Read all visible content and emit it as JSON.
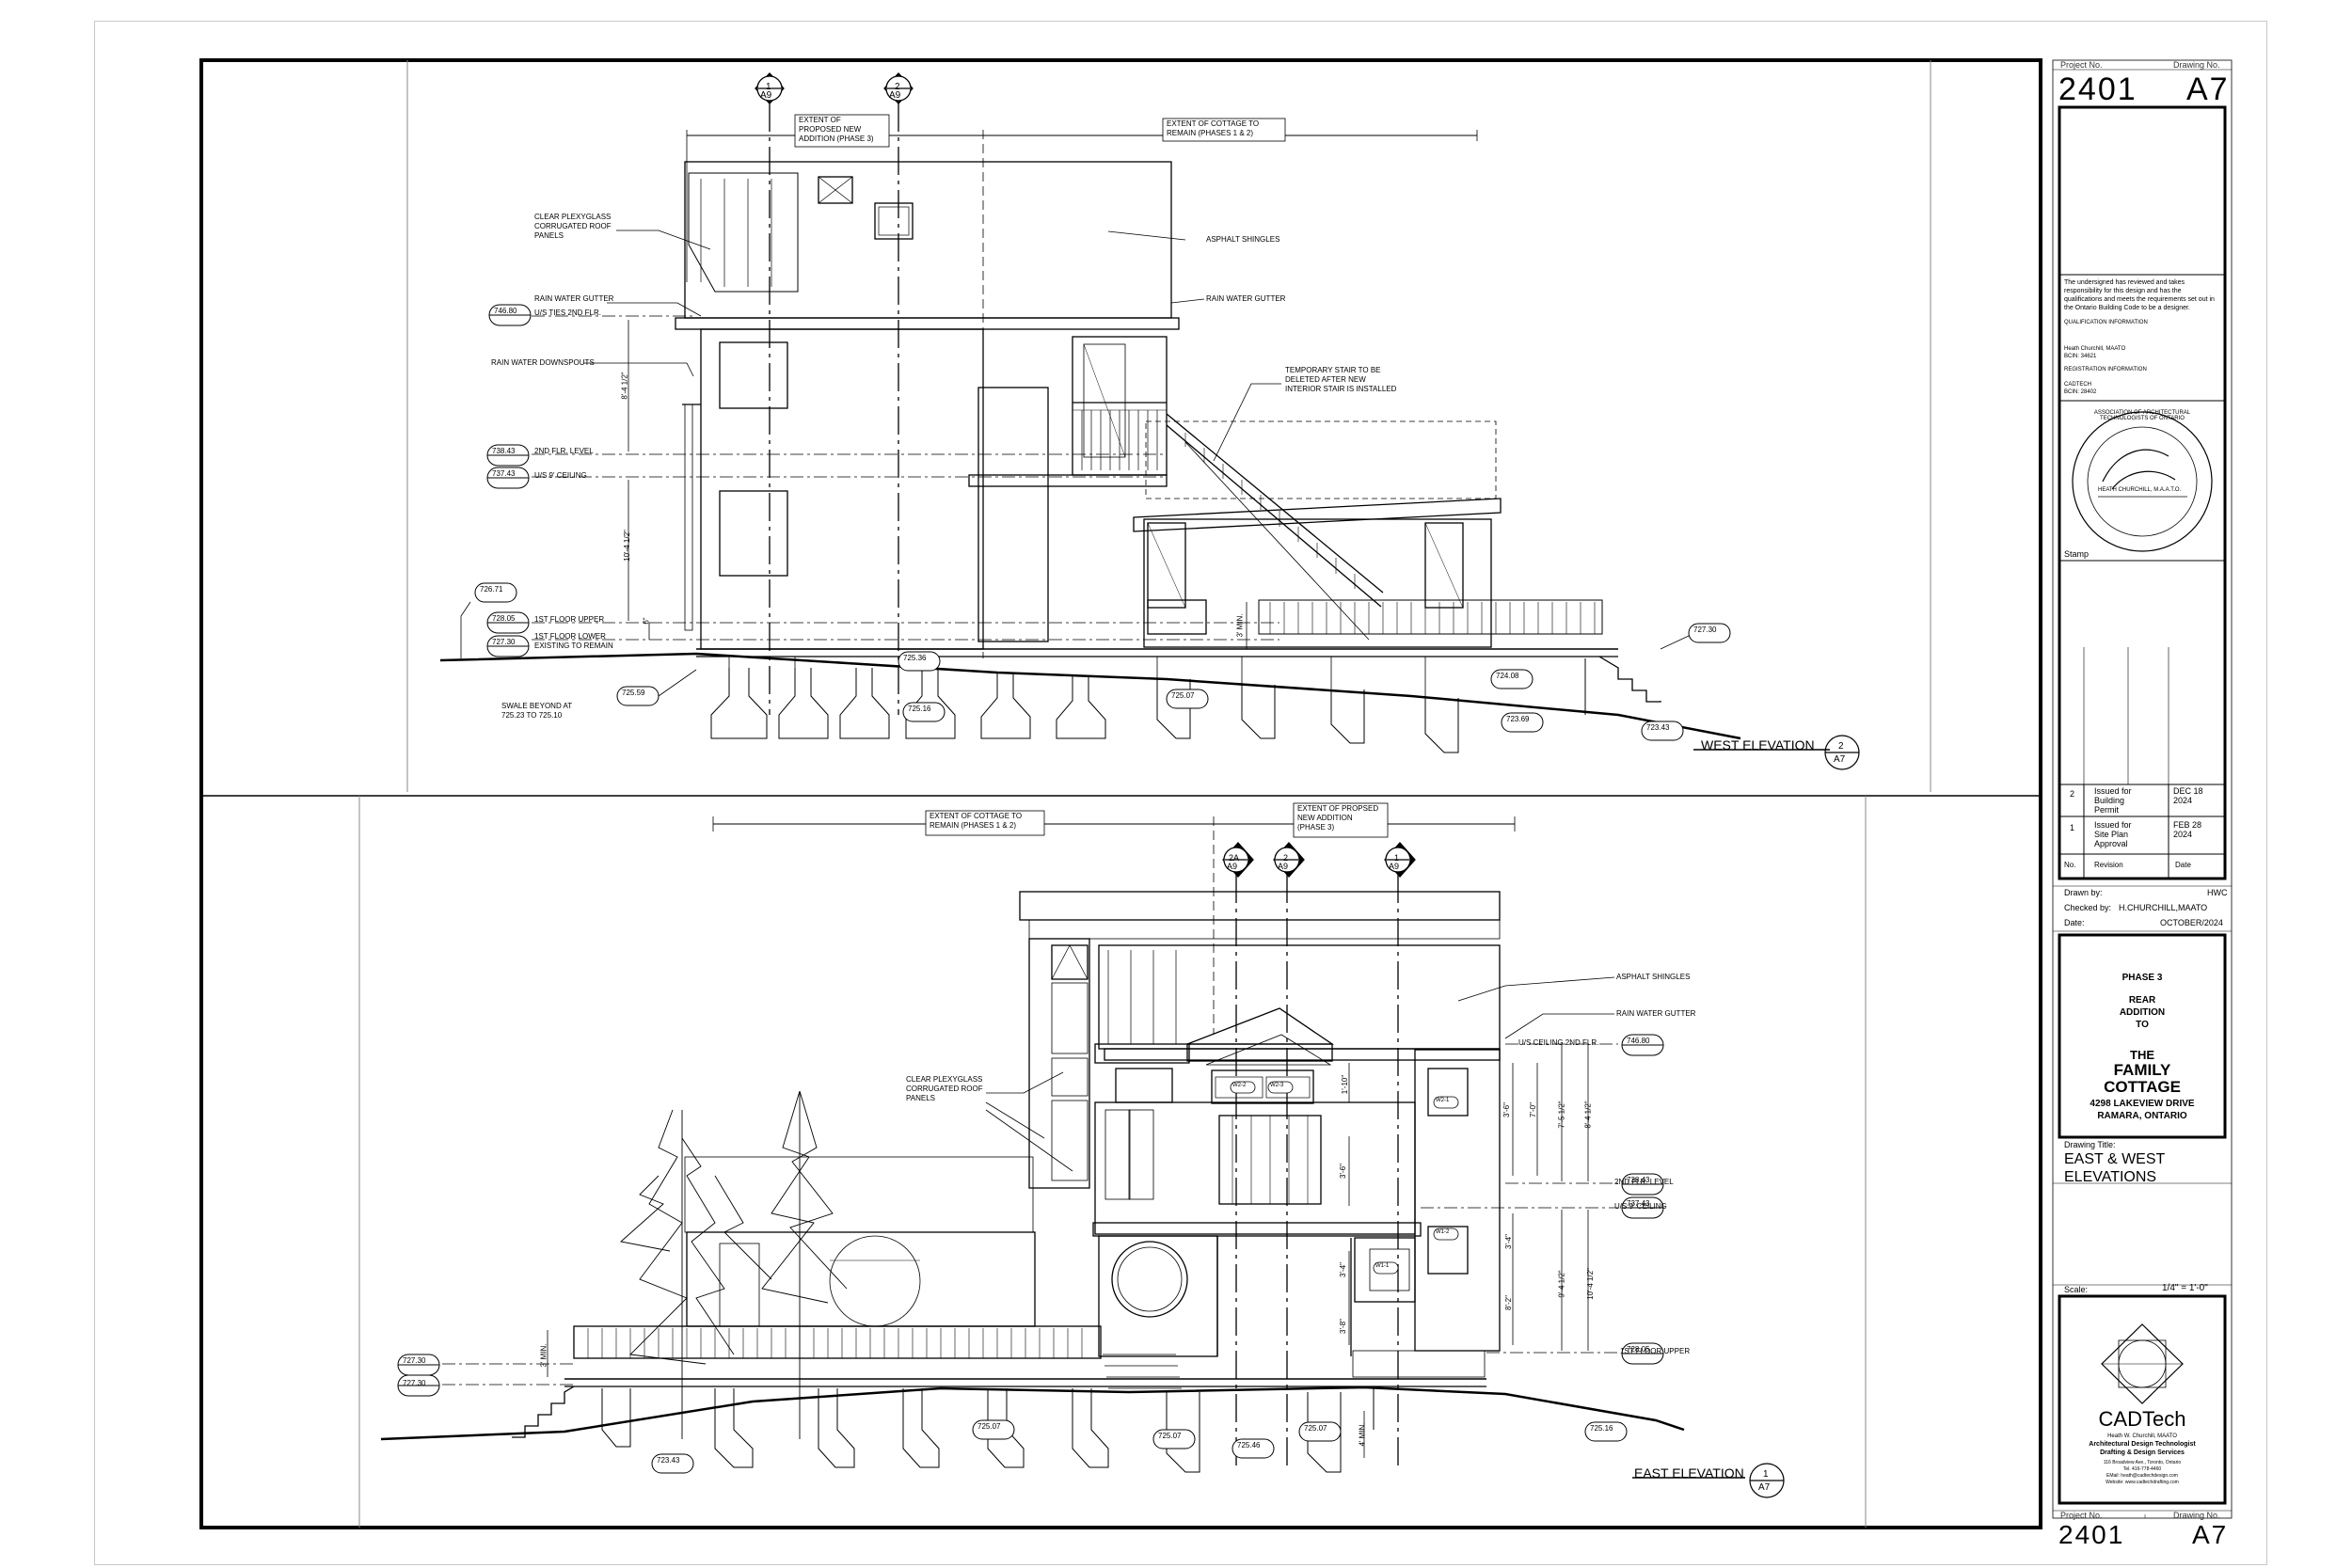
{
  "west_elevation": {
    "title": "WEST ELEVATION",
    "ref_num": "2",
    "ref_sheet": "A7",
    "sections": [
      {
        "num": "1",
        "sheet": "A9"
      },
      {
        "num": "2",
        "sheet": "A9"
      }
    ],
    "notes": {
      "extent_new": [
        "EXTENT OF",
        "PROPOSED NEW",
        "ADDITION (PHASE 3)"
      ],
      "extent_cottage": [
        "EXTENT OF COTTAGE TO",
        "REMAIN (PHASES 1 & 2)"
      ],
      "plexiglass": [
        "CLEAR PLEXYGLASS",
        "CORRUGATED ROOF",
        "PANELS"
      ],
      "asphalt": "ASPHALT SHINGLES",
      "gutter_left": "RAIN WATER GUTTER",
      "gutter_right": "RAIN WATER GUTTER",
      "downspouts": "RAIN WATER DOWNSPOUTS",
      "temp_stair": [
        "TEMPORARY STAIR TO BE",
        "DELETED AFTER NEW",
        "INTERIOR STAIR IS INSTALLED"
      ],
      "swale": [
        "SWALE BEYOND AT",
        "725.23  TO  725.10"
      ]
    },
    "levels": [
      {
        "value": "746.80",
        "label": "U/S TIES 2ND FLR."
      },
      {
        "value": "738.43",
        "label": "2ND FLR. LEVEL"
      },
      {
        "value": "737.43",
        "label": "U/S 9' CEILING"
      },
      {
        "value": "728.05",
        "label": "1ST FLOOR UPPER"
      },
      {
        "value": "727.30",
        "label": "1ST FLOOR LOWER"
      }
    ],
    "existing_note": "EXISTING TO REMAIN",
    "grades": [
      "726.71",
      "725.59",
      "725.36",
      "725.16",
      "725.07",
      "724.08",
      "723.69",
      "723.43",
      "727.30"
    ],
    "dims": [
      "8'-4 1/2\"",
      "10'-4 1/2\"",
      "6\"",
      "3' MIN."
    ]
  },
  "east_elevation": {
    "title": "EAST ELEVATION",
    "ref_num": "1",
    "ref_sheet": "A7",
    "sections": [
      {
        "num": "2A",
        "sheet": "A9"
      },
      {
        "num": "2",
        "sheet": "A9"
      },
      {
        "num": "1",
        "sheet": "A9"
      }
    ],
    "notes": {
      "extent_cottage": [
        "EXTENT OF COTTAGE TO",
        "REMAIN (PHASES 1 & 2)"
      ],
      "extent_new": [
        "EXTENT OF PROPSED",
        "NEW ADDITION",
        "(PHASE 3)"
      ],
      "plexiglass": [
        "CLEAR PLEXYGLASS",
        "CORRUGATED ROOF",
        "PANELS"
      ],
      "asphalt": "ASPHALT SHINGLES",
      "gutter": "RAIN WATER GUTTER"
    },
    "levels": [
      {
        "value": "746.80",
        "label": "U/S CEILING 2ND FLR."
      },
      {
        "value": "738.43",
        "label": "2ND FLR. LEVEL"
      },
      {
        "value": "737.43",
        "label": "U/S 9' CEILING"
      },
      {
        "value": "728.05",
        "label": "1ST FLOOR UPPER"
      }
    ],
    "left_levels": [
      "727.30",
      "727.30"
    ],
    "grades": [
      "723.43",
      "725.07",
      "725.07",
      "725.46",
      "725.07",
      "725.16"
    ],
    "windows": [
      "W2-2",
      "W2-3",
      "W2-1",
      "W1-2",
      "W1-1"
    ],
    "dims": [
      "1'-10\"",
      "3'-6\"",
      "7'-0\"",
      "3'-6\"",
      "7'-5 1/2\"",
      "8'-4 1/2\"",
      "3'-4\"",
      "3'-4\"",
      "3'-8\"",
      "8'-2\"",
      "9'-4 1/2\"",
      "10'-4 1/2\"",
      "3' MIN.",
      "4' MIN."
    ]
  },
  "title_block": {
    "project_label": "Project No.",
    "drawing_label": "Drawing No.",
    "project_no": "2401",
    "drawing_no": "A7",
    "cert_text": "The undersigned has reviewed and takes responsibility for this design and has the qualifications and meets the requirements set out in the Ontario Building Code to be a designer.",
    "qual_label": "QUALIFICATION INFORMATION",
    "qual_name": "Heath Churchill, MAATO",
    "qual_bcin": "BCIN: 34621",
    "reg_label": "REGISTRATION INFORMATION",
    "reg_name": "CADTECH",
    "reg_bcin": "BCIN: 28402",
    "seal_text": "ASSOCIATION OF ARCHITECTURAL TECHNOLOGISTS OF ONTARIO",
    "seal_name": "HEATH CHURCHILL, M.A.A.T.O.",
    "stamp_label": "Stamp",
    "revisions": [
      {
        "no": "2",
        "desc": [
          "Issued for",
          "Building",
          "Permit"
        ],
        "date": [
          "DEC 18",
          "2024"
        ]
      },
      {
        "no": "1",
        "desc": [
          "Issued for",
          "Site Plan",
          "Approval"
        ],
        "date": [
          "FEB 28",
          "2024"
        ]
      }
    ],
    "rev_headers": {
      "no": "No.",
      "revision": "Revision",
      "date": "Date"
    },
    "drawn_label": "Drawn by:",
    "drawn_value": "HWC",
    "checked_label": "Checked by:",
    "checked_value": "H.CHURCHILL,MAATO",
    "date_label": "Date:",
    "date_value": "OCTOBER/2024",
    "project_title": {
      "phase": "PHASE 3",
      "rear": "REAR",
      "addition": "ADDITION",
      "to": "TO",
      "the": "THE",
      "family": "FAMILY",
      "cottage": "COTTAGE",
      "address": "4298 LAKEVIEW DRIVE",
      "city": "RAMARA, ONTARIO"
    },
    "drawing_title_label": "Drawing Title:",
    "drawing_title": [
      "EAST & WEST",
      "ELEVATIONS"
    ],
    "scale_label": "Scale:",
    "scale_value": "1/4\" = 1'-0\"",
    "logo_name": "CADTech",
    "logo_person": "Heath W. Churchill, MAATO",
    "logo_line1": "Architectural Design Technologist",
    "logo_line2": "Drafting & Design Services",
    "logo_contact1": "116 Broadview Ave., Toronto, Ontario",
    "logo_contact2": "Tel. 416-778-4460",
    "logo_contact3": "EMail: heath@cadtechdesign.com",
    "logo_contact4": "Website: www.cadtechdrafting.com"
  }
}
